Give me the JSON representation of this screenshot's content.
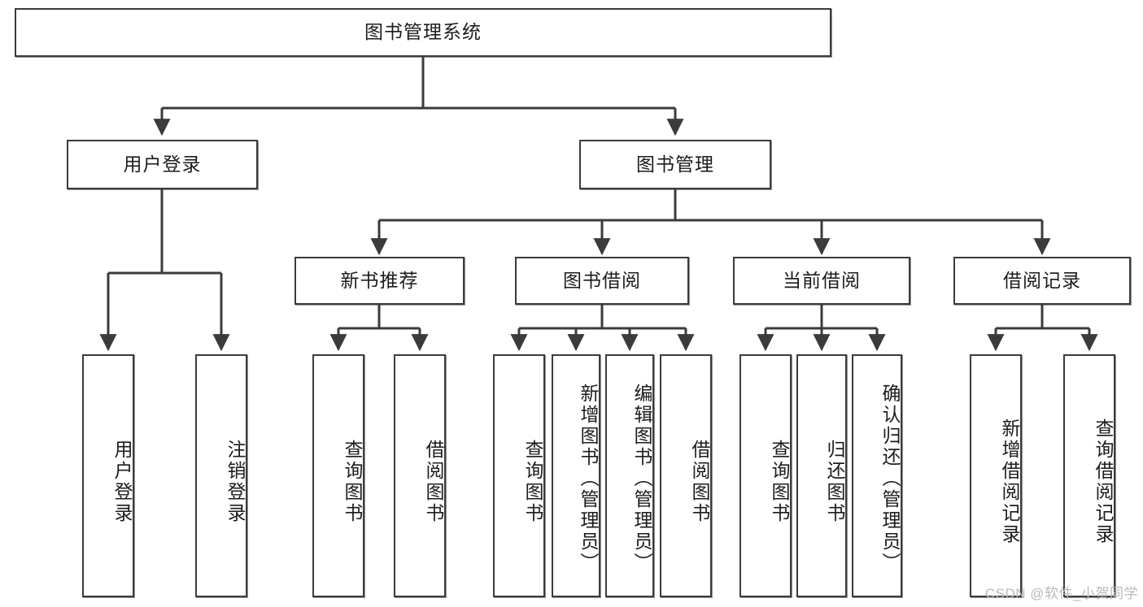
{
  "diagram": {
    "title": "图书管理系统",
    "type": "hierarchy-tree",
    "watermark": "CSDN @软件_小贺同学",
    "colors": {
      "box_border": "#3b3b3b",
      "box_fill": "#ffffff",
      "connector": "#3b3b3b",
      "text": "#1c1c1c",
      "watermark": "#b9b9b9"
    },
    "nodes": {
      "root": {
        "label": "图书管理系统"
      },
      "level2": [
        {
          "id": "user-login",
          "label": "用户登录"
        },
        {
          "id": "book-manage",
          "label": "图书管理"
        }
      ],
      "level3": [
        {
          "id": "new-book-rec",
          "label": "新书推荐"
        },
        {
          "id": "book-borrow",
          "label": "图书借阅"
        },
        {
          "id": "current-borrow",
          "label": "当前借阅"
        },
        {
          "id": "borrow-record",
          "label": "借阅记录"
        }
      ],
      "leaves": {
        "user_login": [
          {
            "id": "leaf-user-login",
            "label": "用户登录"
          },
          {
            "id": "leaf-logout",
            "label": "注销登录"
          }
        ],
        "new_book_rec": [
          {
            "id": "leaf-query-book-1",
            "label": "查询图书"
          },
          {
            "id": "leaf-borrow-book-1",
            "label": "借阅图书"
          }
        ],
        "book_borrow": [
          {
            "id": "leaf-query-book-2",
            "label": "查询图书"
          },
          {
            "id": "leaf-add-book",
            "label": "新增图书（管理员）"
          },
          {
            "id": "leaf-edit-book",
            "label": "编辑图书（管理员）"
          },
          {
            "id": "leaf-borrow-book-2",
            "label": "借阅图书"
          }
        ],
        "current_borrow": [
          {
            "id": "leaf-query-book-3",
            "label": "查询图书"
          },
          {
            "id": "leaf-return-book",
            "label": "归还图书"
          },
          {
            "id": "leaf-confirm-return",
            "label": "确认归还（管理员）"
          }
        ],
        "borrow_record": [
          {
            "id": "leaf-add-record",
            "label": "新增借阅记录"
          },
          {
            "id": "leaf-query-record",
            "label": "查询借阅记录"
          }
        ]
      }
    }
  }
}
